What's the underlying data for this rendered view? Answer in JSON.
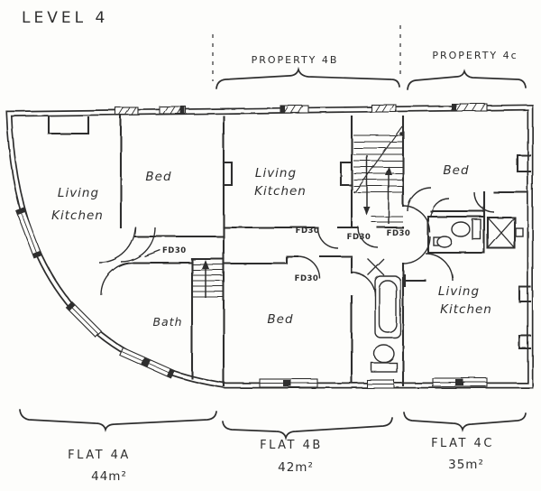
{
  "title": "LEVEL 4",
  "colors": {
    "ink": "#2e2e2e",
    "paper": "#fdfdfb"
  },
  "property_braces": [
    {
      "label": "PROPERTY 4B"
    },
    {
      "label": "PROPERTY 4c"
    }
  ],
  "rooms": {
    "flat_a_living": {
      "line1": "Living",
      "line2": "Kitchen"
    },
    "flat_a_bed": {
      "label": "Bed"
    },
    "flat_a_bath": {
      "label": "Bath"
    },
    "flat_b_living": {
      "line1": "Living",
      "line2": "Kitchen"
    },
    "flat_b_bed": {
      "label": "Bed"
    },
    "flat_c_bed": {
      "label": "Bed"
    },
    "flat_c_living": {
      "line1": "Living",
      "line2": "Kitchen"
    }
  },
  "door_labels": {
    "flat_a_hall": "FD30",
    "flat_b_living": "FD30",
    "stair_lobby": "FD30",
    "flat_c_entry": "FD30",
    "flat_b_bed": "FD30"
  },
  "flat_summaries": [
    {
      "name": "FLAT 4A",
      "area": "44m²"
    },
    {
      "name": "FLAT 4B",
      "area": "42m²"
    },
    {
      "name": "FLAT 4C",
      "area": "35m²"
    }
  ]
}
